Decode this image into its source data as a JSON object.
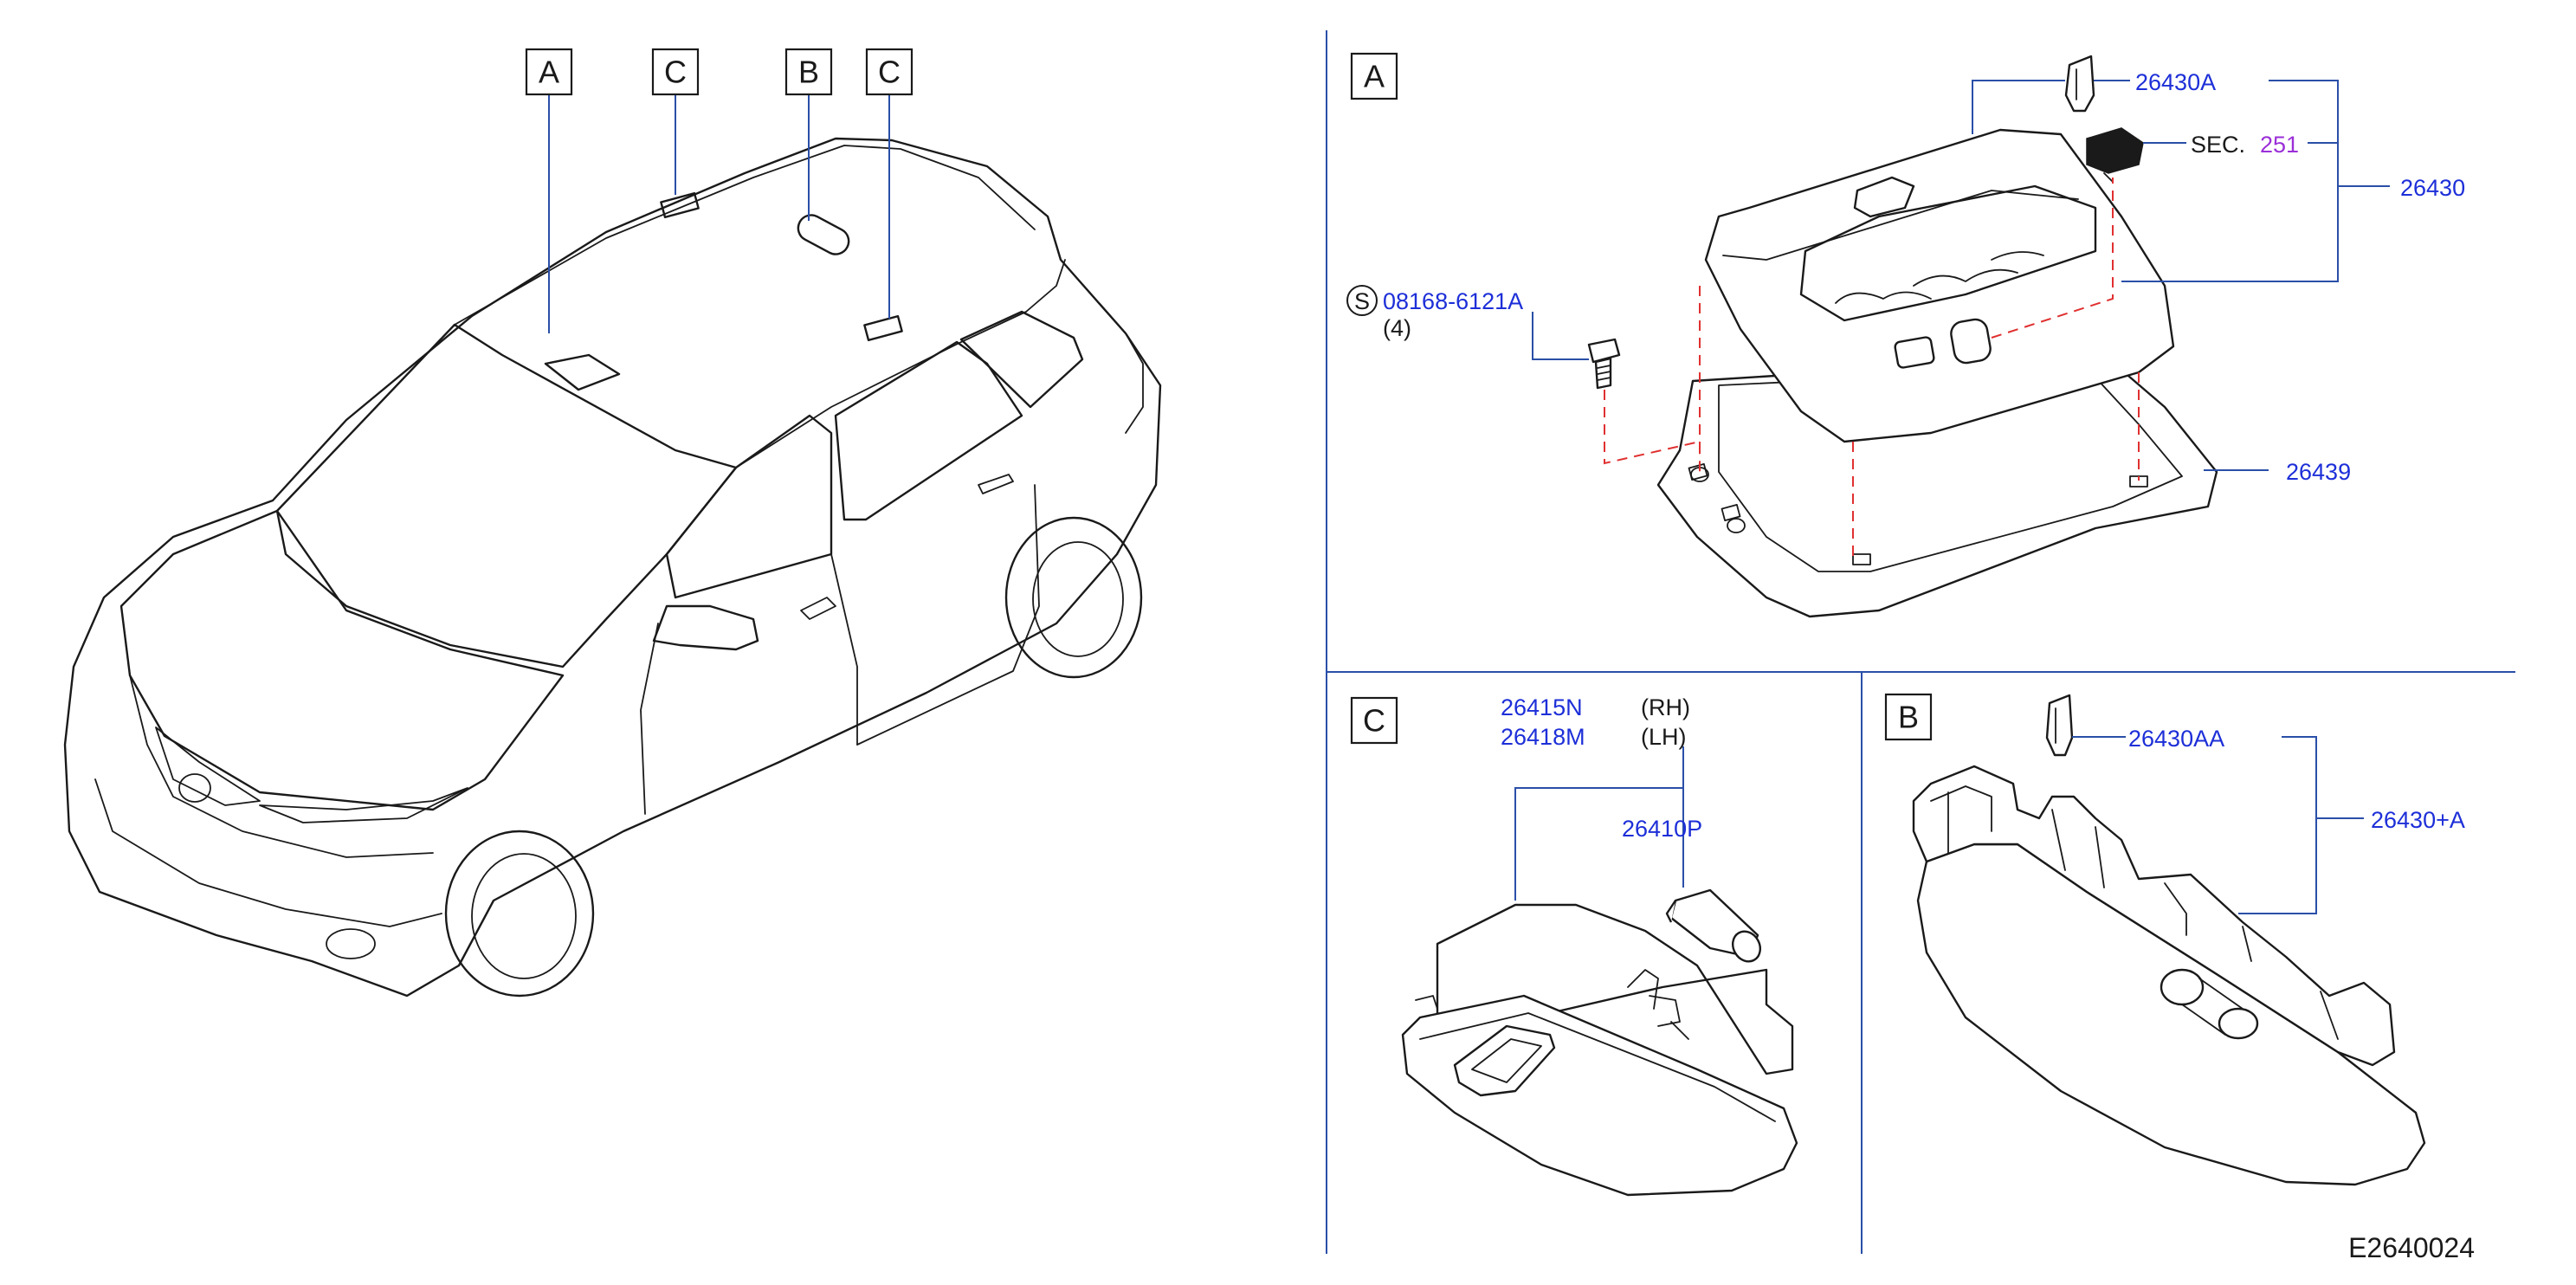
{
  "vehicle_callouts": [
    "A",
    "C",
    "B",
    "C"
  ],
  "views": {
    "A": {
      "label": "A",
      "parts": {
        "clip": "26430A",
        "assembly": "26430",
        "sec_prefix": "SEC.",
        "sec_number": "251",
        "bolt_symbol": "S",
        "bolt": "08168-6121A",
        "bolt_qty": "(4)",
        "base": "26439"
      }
    },
    "C": {
      "label": "C",
      "parts": {
        "lamp_rh": "26415N",
        "lamp_rh_side": "(RH)",
        "lamp_lh": "26418M",
        "lamp_lh_side": "(LH)",
        "bulb": "26410P"
      }
    },
    "B": {
      "label": "B",
      "parts": {
        "clip": "26430AA",
        "assembly": "26430+A"
      }
    }
  },
  "diagram_code": "E2640024",
  "colors": {
    "part_number": "#1d2fd8",
    "section_ref": "#9b2fd8",
    "leader": "#2a4fa8",
    "hidden_line": "#e03030",
    "outline": "#1a1a1a"
  }
}
